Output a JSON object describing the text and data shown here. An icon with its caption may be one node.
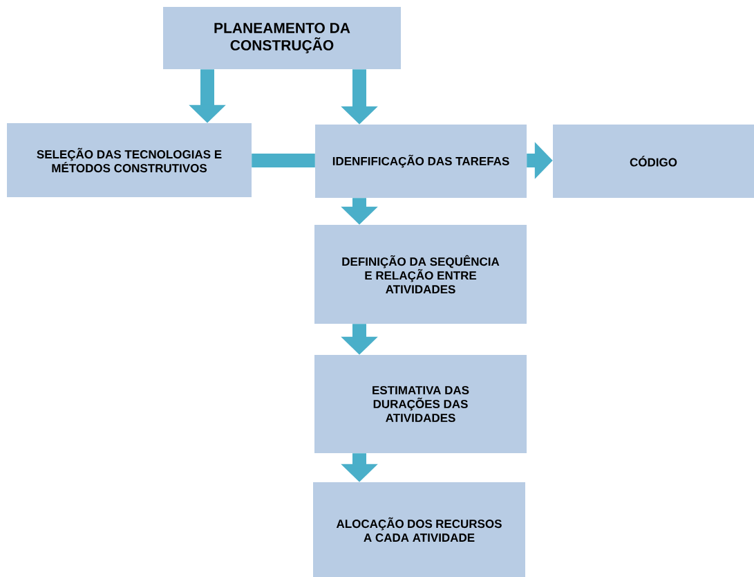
{
  "diagram": {
    "nodes": [
      {
        "text": [
          "PLANEAMENTO DA CONSTRUÇÃO"
        ]
      },
      {
        "text": [
          "SELEÇÃO DAS TECNOLOGIAS E MÉTODOS CONSTRUTIVOS"
        ]
      },
      {
        "text": [
          "IDENFIFICAÇÃO DAS TAREFAS"
        ]
      },
      {
        "text": [
          "CÓDIGO"
        ]
      },
      {
        "text": [
          "DEFINIÇÃO DA SEQUÊNCIA E RELAÇÃO ENTRE ATIVIDADES"
        ]
      },
      {
        "text": [
          "ESTIMATIVA DAS DURAÇÕES DAS ATIVIDADES"
        ]
      },
      {
        "text": [
          "ALOCAÇÃO DOS RECURSOS A CADA ATIVIDADE"
        ]
      }
    ],
    "edges": [
      {
        "from": 0,
        "to": 1,
        "arrow": "to"
      },
      {
        "from": 0,
        "to": 2,
        "arrow": "to"
      },
      {
        "from": 1,
        "to": 2,
        "arrow": "none"
      },
      {
        "from": 2,
        "to": 3,
        "arrow": "to"
      },
      {
        "from": 2,
        "to": 4,
        "arrow": "to"
      },
      {
        "from": 4,
        "to": 5,
        "arrow": "to"
      },
      {
        "from": 5,
        "to": 6,
        "arrow": "to"
      }
    ]
  }
}
